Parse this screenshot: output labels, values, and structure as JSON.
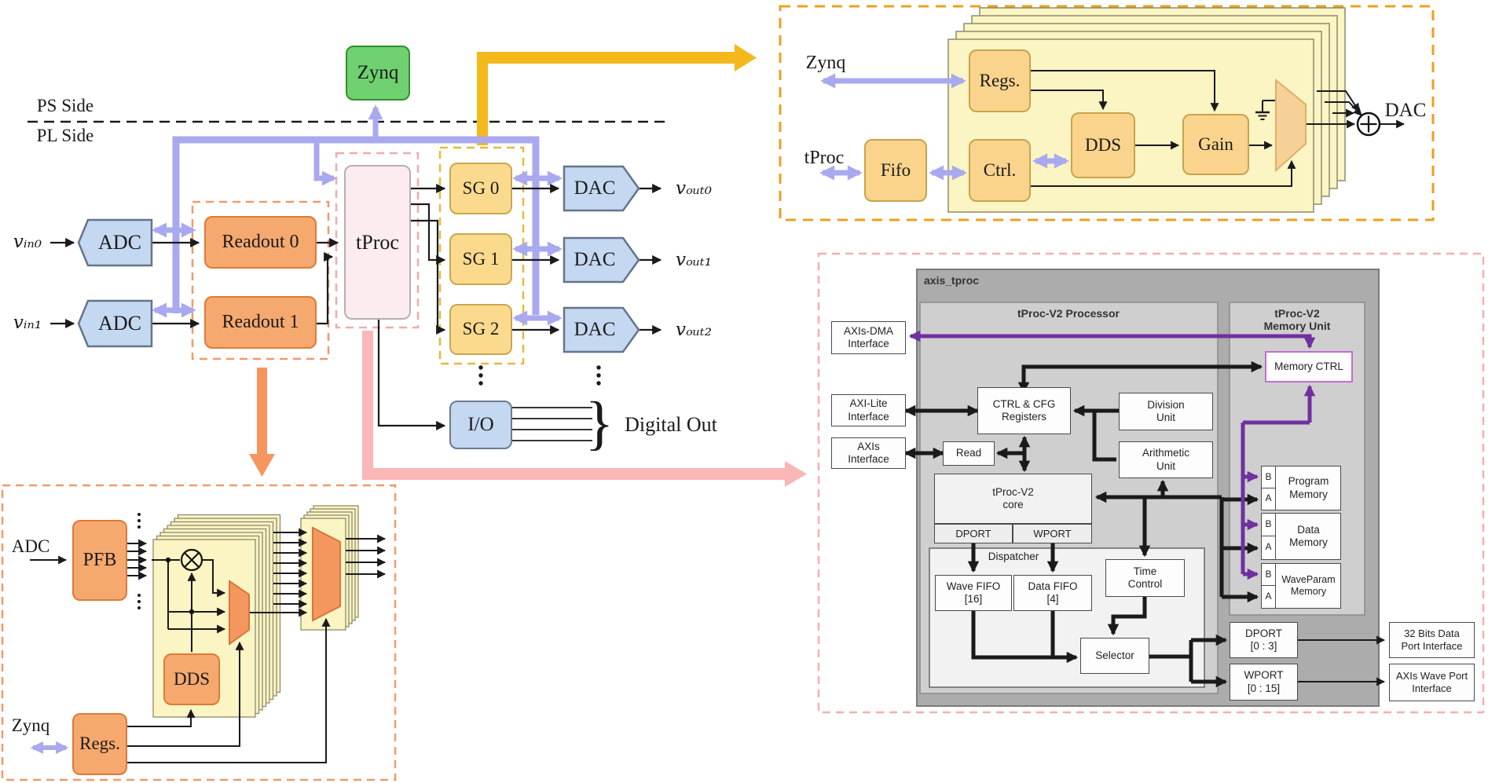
{
  "colors": {
    "lavender_bus": "#A9A9F0",
    "gold_arrow": "#F5B81C",
    "gold_dashed": "#ED9F1F",
    "orange_arrow": "#F4965E",
    "pink_arrow": "#FBB6B6",
    "orange_box": "#F6A96E",
    "orange_box_border": "#DE7A36",
    "yellow_box": "#FBDA8D",
    "sheet_yellow": "#FBF4C3",
    "blue_box": "#C5D8F1",
    "green_box": "#6FD16F",
    "tproc_pink": "#FCECEF",
    "readout_dashed": "#EF9A6A",
    "tproc_dashed": "#F2ABAB",
    "detail_purple": "#7030A0",
    "memory_ctrl_border": "#C36BD3"
  },
  "main": {
    "ps_label": "PS Side",
    "pl_label": "PL Side",
    "zynq": "Zynq",
    "vin": [
      "vᵢₙ₀",
      "vᵢₙ₁"
    ],
    "adc": "ADC",
    "readout": [
      "Readout 0",
      "Readout 1"
    ],
    "tproc": "tProc",
    "sg": [
      "SG 0",
      "SG 1",
      "SG 2"
    ],
    "dac": "DAC",
    "vout": [
      "vₒᵤₜ₀",
      "vₒᵤₜ₁",
      "vₒᵤₜ₂"
    ],
    "io": "I/O",
    "digital_out": "Digital Out",
    "brace": "}"
  },
  "sg_detail": {
    "zynq": "Zynq",
    "tproc": "tProc",
    "fifo": "Fifo",
    "regs": "Regs.",
    "ctrl": "Ctrl.",
    "dds": "DDS",
    "gain": "Gain",
    "dac": "DAC"
  },
  "readout_detail": {
    "adc": "ADC",
    "pfb": "PFB",
    "dds": "DDS",
    "zynq": "Zynq",
    "regs": "Regs."
  },
  "tproc_detail": {
    "module": "axis_tproc",
    "processor": "tProc-V2 Processor",
    "memory_unit": [
      "tProc-V2",
      "Memory Unit"
    ],
    "axis_dma": [
      "AXIs-DMA",
      "Interface"
    ],
    "axi_lite": [
      "AXI-Lite",
      "Interface"
    ],
    "axis": [
      "AXIs",
      "Interface"
    ],
    "ctrl_cfg": [
      "CTRL & CFG",
      "Registers"
    ],
    "read": "Read",
    "division": [
      "Division",
      "Unit"
    ],
    "arithmetic": [
      "Arithmetic",
      "Unit"
    ],
    "memory_ctrl": "Memory CTRL",
    "core": [
      "tProc-V2",
      "core"
    ],
    "dport_hdr": "DPORT",
    "wport_hdr": "WPORT",
    "dispatcher": "Dispatcher",
    "wave_fifo": [
      "Wave FIFO",
      "[16]"
    ],
    "data_fifo": [
      "Data FIFO",
      "[4]"
    ],
    "time_control": [
      "Time",
      "Control"
    ],
    "selector": "Selector",
    "port_b": "B",
    "port_a": "A",
    "program_memory": [
      "Program",
      "Memory"
    ],
    "data_memory": [
      "Data",
      "Memory"
    ],
    "waveparam_memory": [
      "WaveParam",
      "Memory"
    ],
    "dport": [
      "DPORT",
      "[0 : 3]"
    ],
    "wport": [
      "WPORT",
      "[0 : 15]"
    ],
    "data_port_iface": [
      "32 Bits Data",
      "Port Interface"
    ],
    "wave_port_iface": [
      "AXIs Wave Port",
      "Interface"
    ]
  }
}
